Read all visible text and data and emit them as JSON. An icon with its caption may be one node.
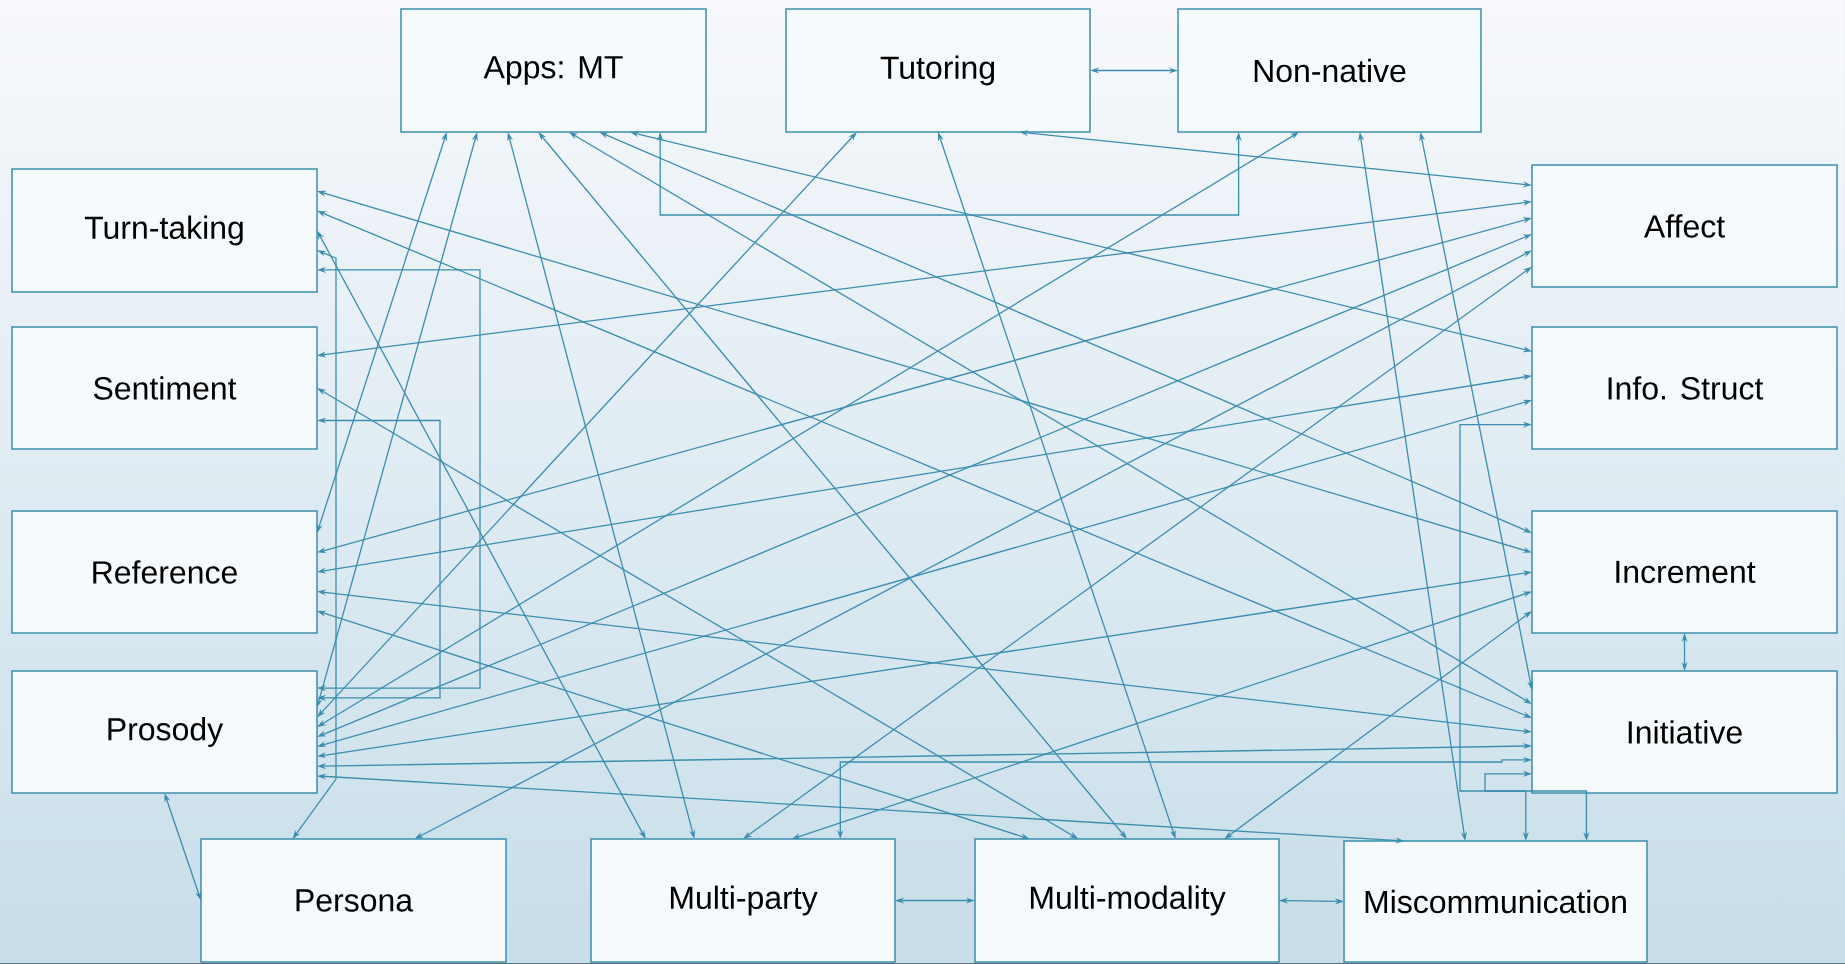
{
  "diagram": {
    "nodes": [
      {
        "text": [
          "Apps: MT"
        ]
      },
      {
        "text": [
          "Tutoring"
        ]
      },
      {
        "text": [
          "Non-native"
        ]
      },
      {
        "text": [
          "Turn-taking"
        ]
      },
      {
        "text": [
          "Sentiment"
        ]
      },
      {
        "text": [
          "Reference"
        ]
      },
      {
        "text": [
          "Prosody"
        ]
      },
      {
        "text": [
          "Affect"
        ]
      },
      {
        "text": [
          "Info. Struct"
        ]
      },
      {
        "text": [
          "Increment"
        ]
      },
      {
        "text": [
          "Initiative"
        ]
      },
      {
        "text": [
          "Persona"
        ]
      },
      {
        "text": [
          "Multi-party"
        ]
      },
      {
        "text": [
          "Multi-modality"
        ]
      },
      {
        "text": [
          "Miscommunication"
        ]
      }
    ],
    "edges": [
      {
        "from": 1,
        "to": 2,
        "arrow": "both"
      },
      {
        "from": 9,
        "to": 10,
        "arrow": "both"
      },
      {
        "from": 6,
        "to": 11,
        "arrow": "both"
      },
      {
        "from": 12,
        "to": 13,
        "arrow": "both"
      },
      {
        "from": 13,
        "to": 14,
        "arrow": "both"
      },
      {
        "from": 0,
        "to": 2,
        "arrow": "both"
      },
      {
        "from": 0,
        "to": 5,
        "arrow": "both"
      },
      {
        "from": 0,
        "to": 6,
        "arrow": "both"
      },
      {
        "from": 0,
        "to": 12,
        "arrow": "both"
      },
      {
        "from": 0,
        "to": 13,
        "arrow": "both"
      },
      {
        "from": 0,
        "to": 8,
        "arrow": "both"
      },
      {
        "from": 0,
        "to": 9,
        "arrow": "both"
      },
      {
        "from": 0,
        "to": 10,
        "arrow": "both"
      },
      {
        "from": 1,
        "to": 6,
        "arrow": "both"
      },
      {
        "from": 1,
        "to": 13,
        "arrow": "both"
      },
      {
        "from": 1,
        "to": 7,
        "arrow": "both"
      },
      {
        "from": 2,
        "to": 6,
        "arrow": "both"
      },
      {
        "from": 2,
        "to": 14,
        "arrow": "both"
      },
      {
        "from": 2,
        "to": 10,
        "arrow": "both"
      },
      {
        "from": 3,
        "to": 6,
        "arrow": "both"
      },
      {
        "from": 3,
        "to": 11,
        "arrow": "both"
      },
      {
        "from": 3,
        "to": 12,
        "arrow": "both"
      },
      {
        "from": 3,
        "to": 9,
        "arrow": "both"
      },
      {
        "from": 3,
        "to": 10,
        "arrow": "both"
      },
      {
        "from": 4,
        "to": 6,
        "arrow": "both"
      },
      {
        "from": 4,
        "to": 7,
        "arrow": "both"
      },
      {
        "from": 4,
        "to": 13,
        "arrow": "both"
      },
      {
        "from": 5,
        "to": 7,
        "arrow": "both"
      },
      {
        "from": 5,
        "to": 8,
        "arrow": "both"
      },
      {
        "from": 5,
        "to": 10,
        "arrow": "both"
      },
      {
        "from": 5,
        "to": 13,
        "arrow": "both"
      },
      {
        "from": 6,
        "to": 7,
        "arrow": "both"
      },
      {
        "from": 6,
        "to": 8,
        "arrow": "both"
      },
      {
        "from": 6,
        "to": 9,
        "arrow": "both"
      },
      {
        "from": 6,
        "to": 10,
        "arrow": "both"
      },
      {
        "from": 6,
        "to": 14,
        "arrow": "both"
      },
      {
        "from": 11,
        "to": 7,
        "arrow": "both"
      },
      {
        "from": 12,
        "to": 7,
        "arrow": "both"
      },
      {
        "from": 8,
        "to": 14,
        "arrow": "both"
      },
      {
        "from": 9,
        "to": 12,
        "arrow": "both"
      },
      {
        "from": 9,
        "to": 13,
        "arrow": "both"
      },
      {
        "from": 10,
        "to": 12,
        "arrow": "both"
      },
      {
        "from": 10,
        "to": 14,
        "arrow": "both"
      }
    ]
  }
}
